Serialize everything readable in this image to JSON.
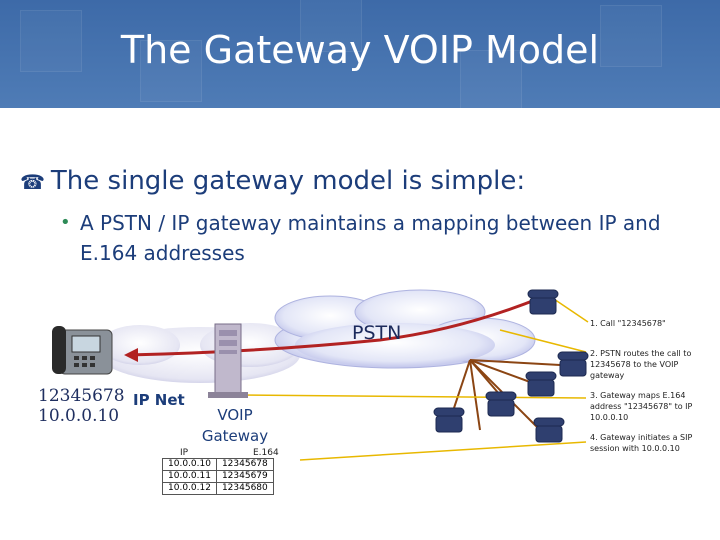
{
  "slide": {
    "title": "The Gateway VOIP Model",
    "bullet_main": "The single gateway model is simple:",
    "bullet_sub": "A PSTN / IP gateway maintains a mapping between IP and E.164 addresses"
  },
  "diagram": {
    "pstn_label": "PSTN",
    "ipnet_label": "IP Net",
    "gateway_label_line1": "VOIP",
    "gateway_label_line2": "Gateway",
    "phone_number": "12345678",
    "phone_ip": "10.0.0.10",
    "steps": [
      "1. Call \"12345678\"",
      "2. PSTN routes the call to 12345678 to the VOIP gateway",
      "3. Gateway maps E.164 address \"12345678\" to IP 10.0.0.10",
      "4. Gateway initiates a SIP session with 10.0.0.10"
    ],
    "table": {
      "headers": [
        "IP",
        "E.164"
      ],
      "rows": [
        [
          "10.0.0.10",
          "12345678"
        ],
        [
          "10.0.0.11",
          "12345679"
        ],
        [
          "10.0.0.12",
          "12345680"
        ]
      ]
    }
  },
  "colors": {
    "title_band": "#4a76b2",
    "text_blue": "#1c3d7a",
    "arrow": "#b22222",
    "callout_line": "#e8b800"
  },
  "icons": {
    "bullet_main": "telephone-icon",
    "desk_phone": "ip-phone-icon",
    "gateway": "server-tower-icon",
    "pstn_phones": "desk-phone-icon"
  }
}
